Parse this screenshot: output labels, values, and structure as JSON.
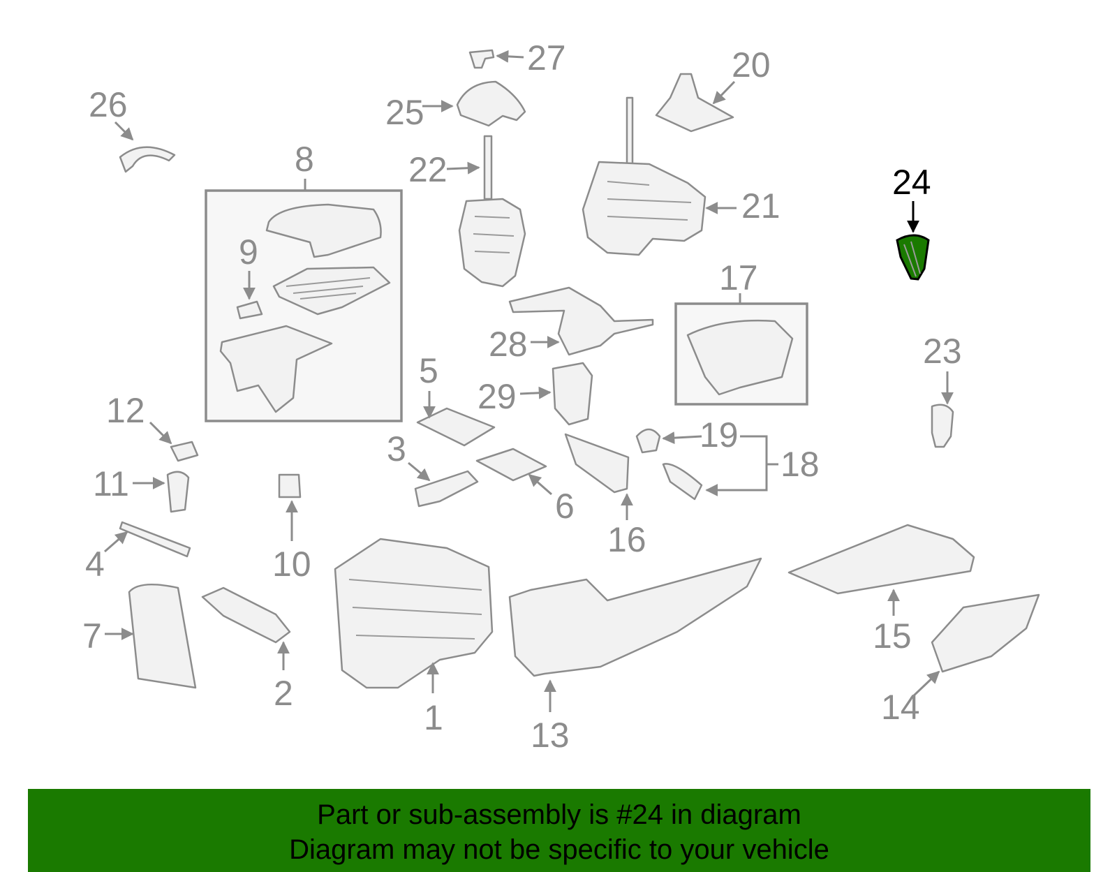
{
  "diagram": {
    "highlight_color": "#1a7a00",
    "highlighted_part": "24",
    "callouts": [
      "1",
      "2",
      "3",
      "4",
      "5",
      "6",
      "7",
      "8",
      "9",
      "10",
      "11",
      "12",
      "13",
      "14",
      "15",
      "16",
      "17",
      "18",
      "19",
      "20",
      "21",
      "22",
      "23",
      "24",
      "25",
      "26",
      "27",
      "28",
      "29"
    ]
  },
  "footer": {
    "line1": "Part or sub-assembly is #24 in diagram",
    "line2": "Diagram may not be specific to your vehicle",
    "background": "#1a7a00"
  }
}
